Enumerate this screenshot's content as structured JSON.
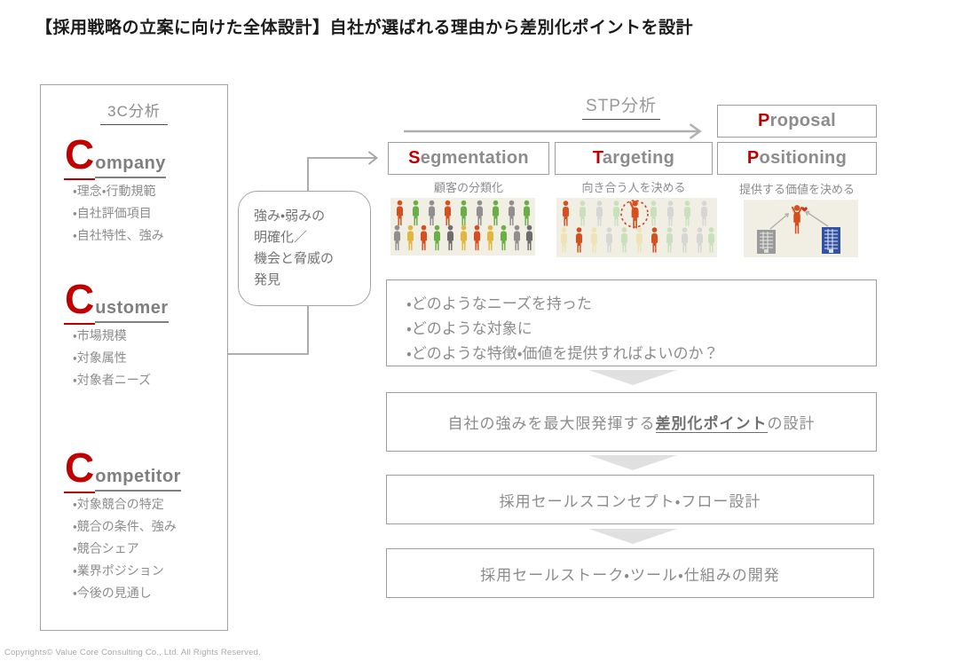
{
  "title": "【採用戦略の立案に向けた全体設計】自社が選ばれる理由から差別化ポイントを設計",
  "colors": {
    "accent_red": "#c00000",
    "text_gray": "#8c8c8c",
    "border_gray": "#a3a3a3",
    "figure_orange": "#d4501e",
    "building_blue": "#3452a4",
    "image_beige": "#f1eee4",
    "chevron_gray": "#e0e0e0"
  },
  "c3": {
    "heading": "3C分析",
    "sections": [
      {
        "initial": "C",
        "rest": "ompany",
        "items": [
          "理念・行動規範",
          "自社評価項目",
          "自社特性、強み"
        ]
      },
      {
        "initial": "C",
        "rest": "ustomer",
        "items": [
          "市場規模",
          "対象属性",
          "対象者ニーズ"
        ]
      },
      {
        "initial": "C",
        "rest": "ompetitor",
        "items": [
          "対象競合の特定",
          "競合の条件、強み",
          "競合シェア",
          "業界ポジション",
          "今後の見通し"
        ]
      }
    ]
  },
  "connector": {
    "lines": [
      "強み・弱みの",
      "明確化／",
      "機会と脅威の",
      "発見"
    ]
  },
  "stp": {
    "heading": "STP分析",
    "proposal": {
      "initial": "P",
      "rest": "roposal"
    },
    "columns": [
      {
        "initial": "S",
        "rest": "egmentation",
        "caption": "顧客の分類化",
        "image": "crowd-of-colored-people-icon"
      },
      {
        "initial": "T",
        "rest": "argeting",
        "caption": "向き合う人を決める",
        "image": "crowd-with-circled-person-icon"
      },
      {
        "initial": "P",
        "rest": "ositioning",
        "caption": "提供する価値を決める",
        "image": "buildings-pointing-to-person-icon"
      }
    ]
  },
  "flow": {
    "needs": {
      "items": [
        "どのようなニーズを持った",
        "どのような対象に",
        "どのような特徴・価値を提供すればよいのか？"
      ]
    },
    "design": {
      "prefix": "自社の強みを最大限発揮する",
      "emphasis": "差別化ポイント",
      "suffix": "の設計"
    },
    "concept": "採用セールスコンセプト・フロー設計",
    "develop": "採用セールストーク・ツール・仕組みの開発"
  },
  "footer": {
    "copyright": "Copyrights© Value Core Consulting Co., Ltd.  All Rights Reserved."
  }
}
